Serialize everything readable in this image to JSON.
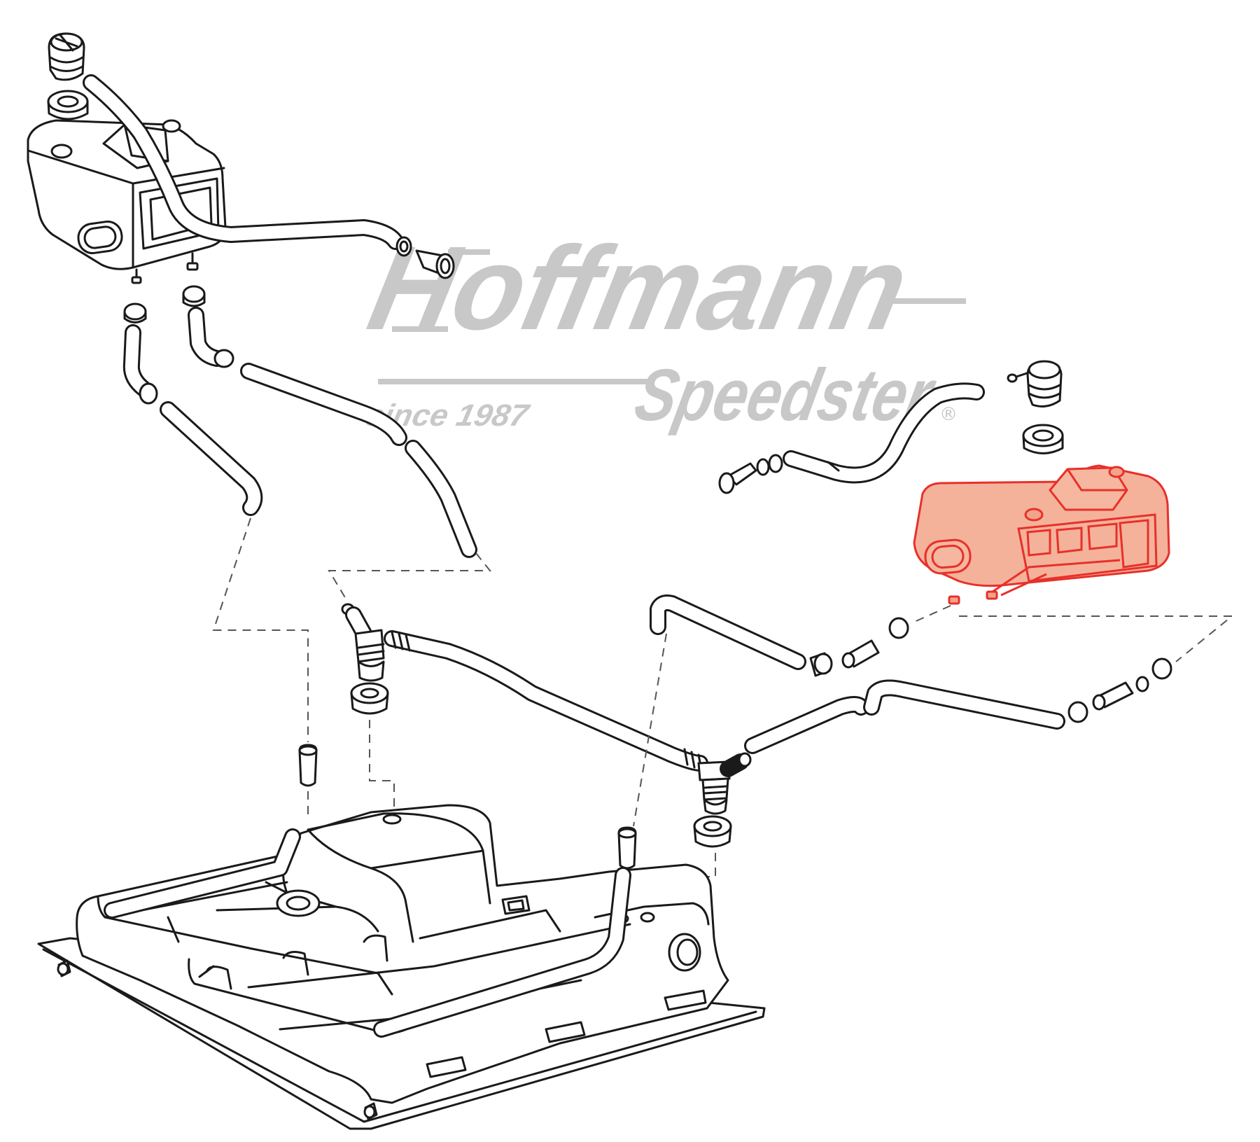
{
  "watermark": {
    "brand_line1": "Hoffmann",
    "brand_line2": "Speedster",
    "tagline": "since 1987",
    "registered_mark": "®",
    "color": "#c8c8c8"
  },
  "highlight": {
    "part": "expansion-tank",
    "fill_color": "#f2a48a",
    "stroke_color": "#e8302a"
  },
  "line_color": "#1a1a1a"
}
